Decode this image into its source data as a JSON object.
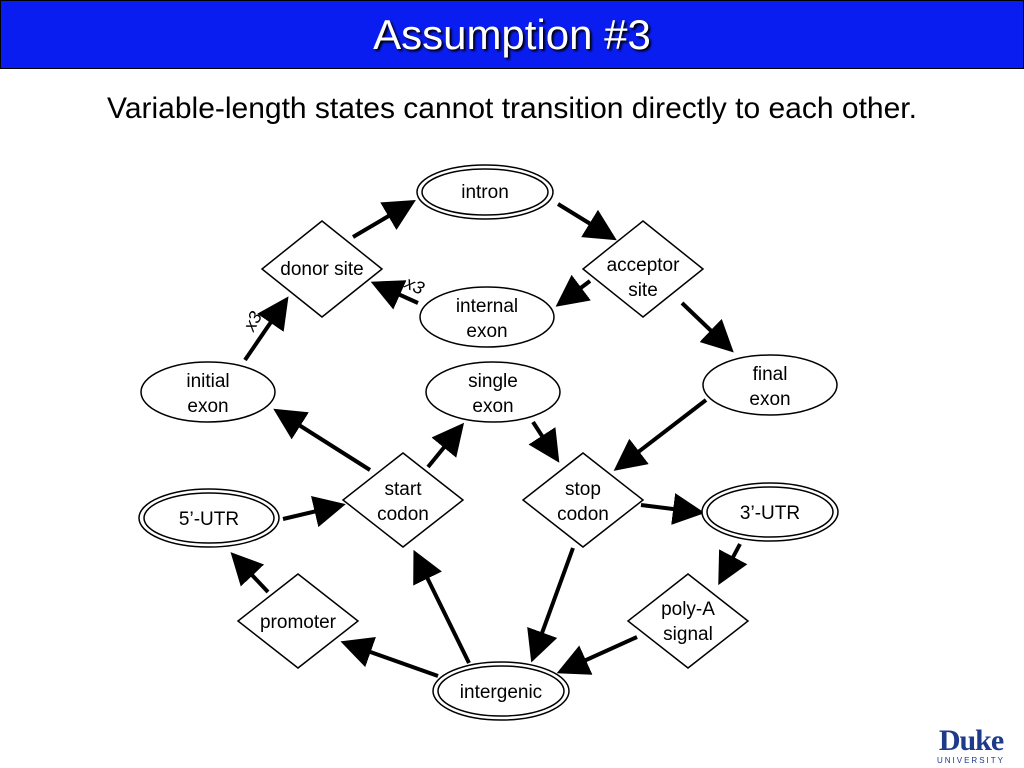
{
  "slide": {
    "title": "Assumption #3",
    "subtitle": "Variable-length states cannot transition directly to each other."
  },
  "diagram": {
    "nodes": {
      "intron": "intron",
      "donor": "donor site",
      "acceptor_1": "acceptor",
      "acceptor_2": "site",
      "internal_1": "internal",
      "internal_2": "exon",
      "initial_1": "initial",
      "initial_2": "exon",
      "single_1": "single",
      "single_2": "exon",
      "final_1": "final",
      "final_2": "exon",
      "utr5": "5’-UTR",
      "start_1": "start",
      "start_2": "codon",
      "stop_1": "stop",
      "stop_2": "codon",
      "utr3": "3’-UTR",
      "promoter": "promoter",
      "polya_1": "poly-A",
      "polya_2": "signal",
      "intergenic": "intergenic"
    },
    "edge_labels": {
      "initial_to_donor": "x3",
      "internal_to_donor": "x3"
    }
  },
  "logo": {
    "main": "Duke",
    "sub": "UNIVERSITY"
  }
}
